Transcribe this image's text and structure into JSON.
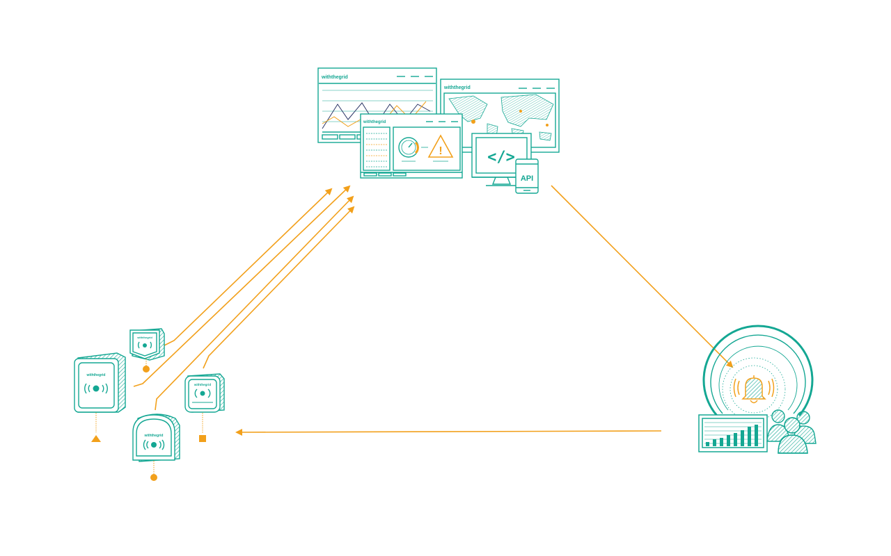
{
  "colors": {
    "teal": "#14a793",
    "orange": "#f2a01b",
    "white": "#ffffff"
  },
  "brand": "withthegrid",
  "api_label": "API",
  "code_label": "</>",
  "warning_label": "!",
  "icons": {
    "sensor_markers": [
      "triangle",
      "circle",
      "circle",
      "square"
    ],
    "platform": [
      "line-chart-window",
      "world-map-window",
      "gauge-and-warning-window",
      "code-monitor",
      "api-phone"
    ],
    "alerts": [
      "bell-alarm",
      "bar-chart-panel",
      "people-group"
    ]
  },
  "flows": [
    {
      "from": "sensors",
      "to": "platform"
    },
    {
      "from": "platform",
      "to": "alerts"
    },
    {
      "from": "alerts",
      "to": "sensors"
    }
  ]
}
